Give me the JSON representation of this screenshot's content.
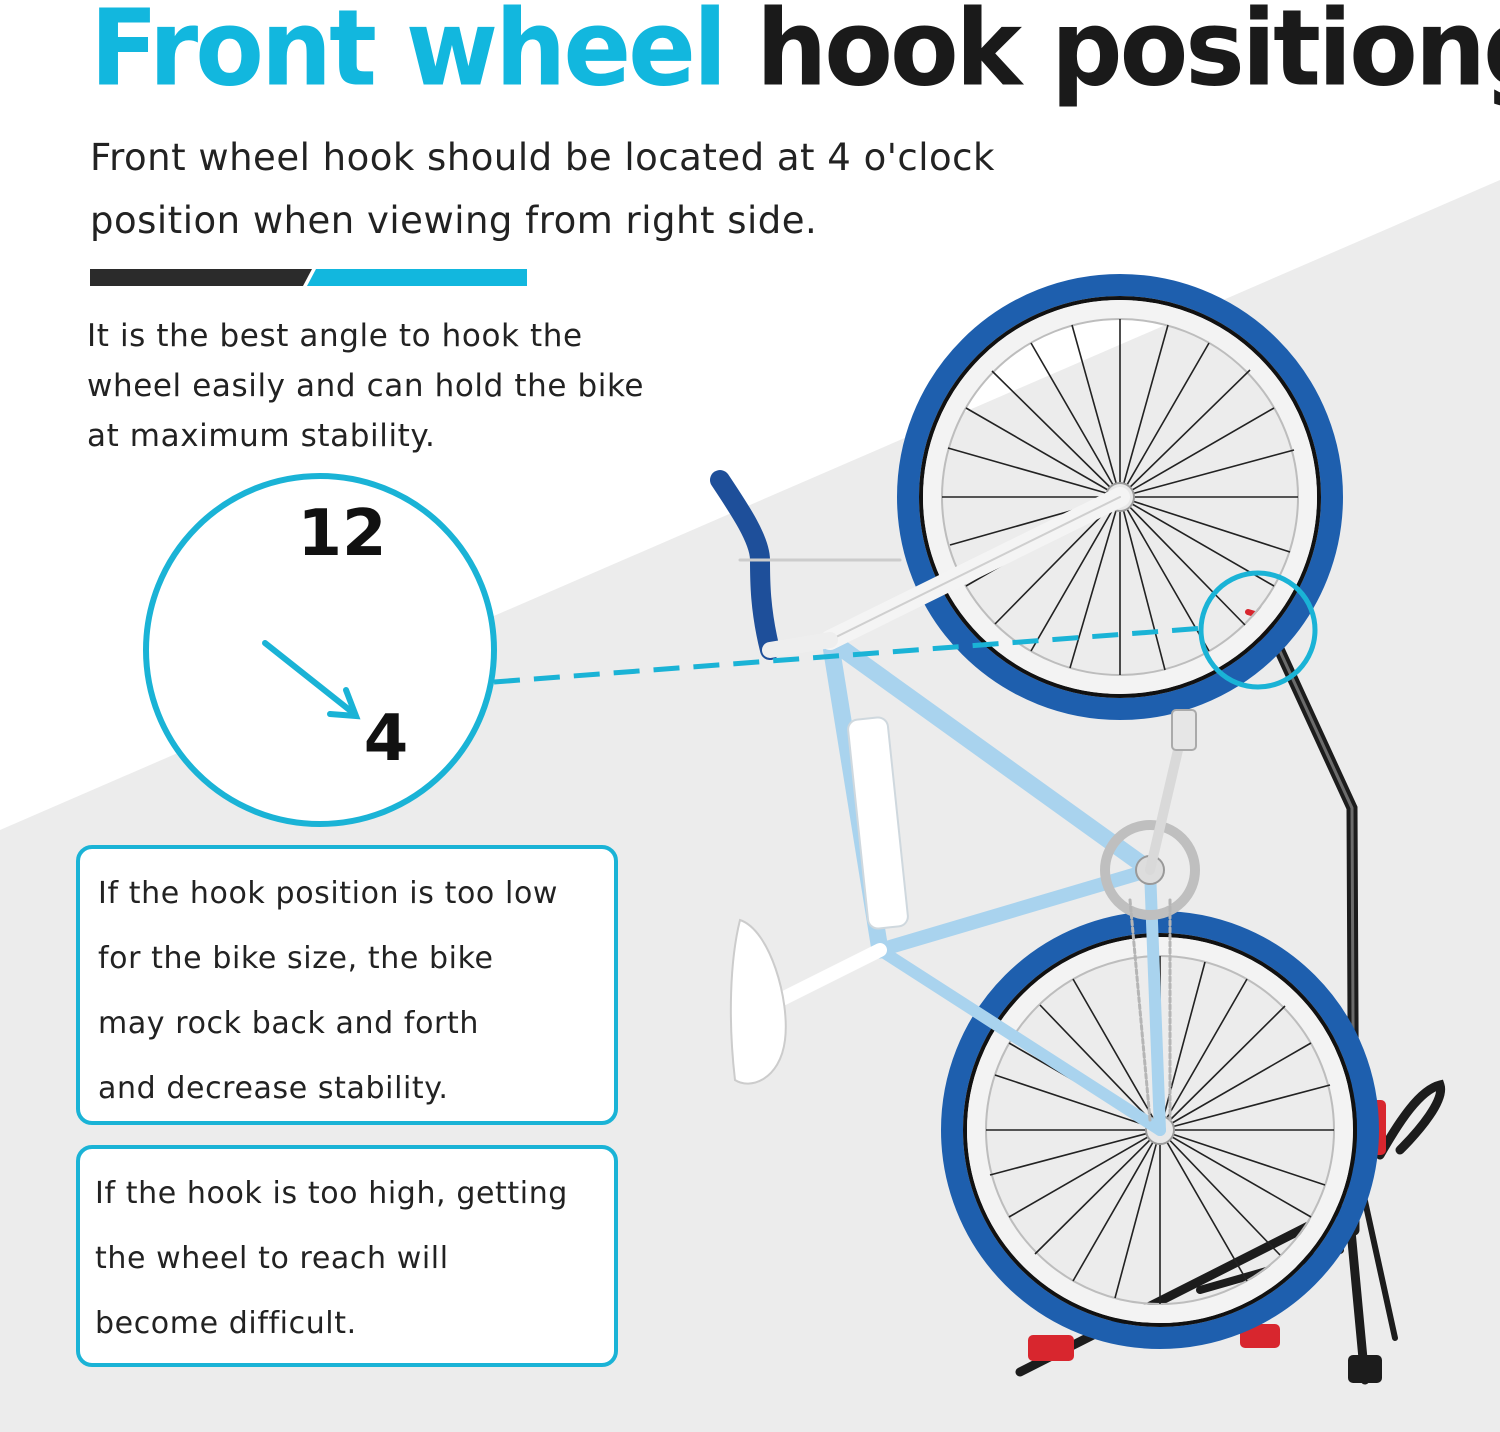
{
  "title": {
    "accent": "Front wheel",
    "dark": "hook positiong"
  },
  "subtitle": "Front wheel hook should be located at 4 o'clock position when viewing from right side.",
  "description": "It is the best angle to hook the wheel easily and can hold the bike at maximum stability.",
  "clock": {
    "top_number": "12",
    "target_number": "4"
  },
  "notes": {
    "too_low": "If the hook position is too low\nfor the bike size, the bike\nmay rock back and forth\nand decrease stability.",
    "too_high": "If the hook is too high, getting\nthe wheel to reach will\nbecome difficult."
  },
  "colors": {
    "accent": "#12b7de",
    "text_dark": "#1a1a1a",
    "frame": "#a9d3ee",
    "tire": "#1e5fae",
    "stand": "#1c1c1c",
    "stand_accent": "#d8262e"
  }
}
